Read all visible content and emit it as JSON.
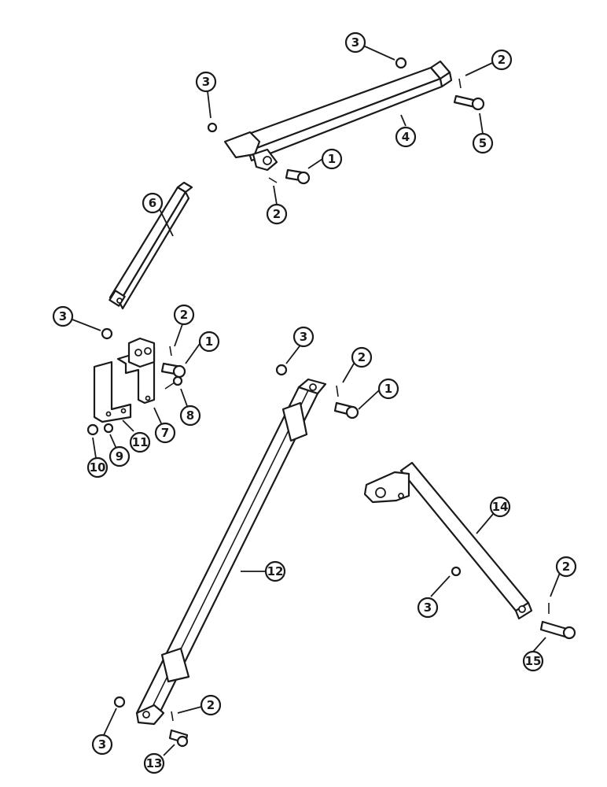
{
  "callouts": [
    {
      "id": "c1a",
      "label": "1"
    },
    {
      "id": "c1b",
      "label": "1"
    },
    {
      "id": "c1c",
      "label": "1"
    },
    {
      "id": "c2a",
      "label": "2"
    },
    {
      "id": "c2b",
      "label": "2"
    },
    {
      "id": "c2c",
      "label": "2"
    },
    {
      "id": "c2d",
      "label": "2"
    },
    {
      "id": "c2e",
      "label": "2"
    },
    {
      "id": "c2f",
      "label": "2"
    },
    {
      "id": "c3a",
      "label": "3"
    },
    {
      "id": "c3b",
      "label": "3"
    },
    {
      "id": "c3c",
      "label": "3"
    },
    {
      "id": "c3d",
      "label": "3"
    },
    {
      "id": "c3e",
      "label": "3"
    },
    {
      "id": "c3f",
      "label": "3"
    },
    {
      "id": "c4",
      "label": "4"
    },
    {
      "id": "c5",
      "label": "5"
    },
    {
      "id": "c6",
      "label": "6"
    },
    {
      "id": "c7",
      "label": "7"
    },
    {
      "id": "c8",
      "label": "8"
    },
    {
      "id": "c9",
      "label": "9"
    },
    {
      "id": "c10",
      "label": "10"
    },
    {
      "id": "c11",
      "label": "11"
    },
    {
      "id": "c12",
      "label": "12"
    },
    {
      "id": "c13",
      "label": "13"
    },
    {
      "id": "c14",
      "label": "14"
    },
    {
      "id": "c15",
      "label": "15"
    }
  ]
}
